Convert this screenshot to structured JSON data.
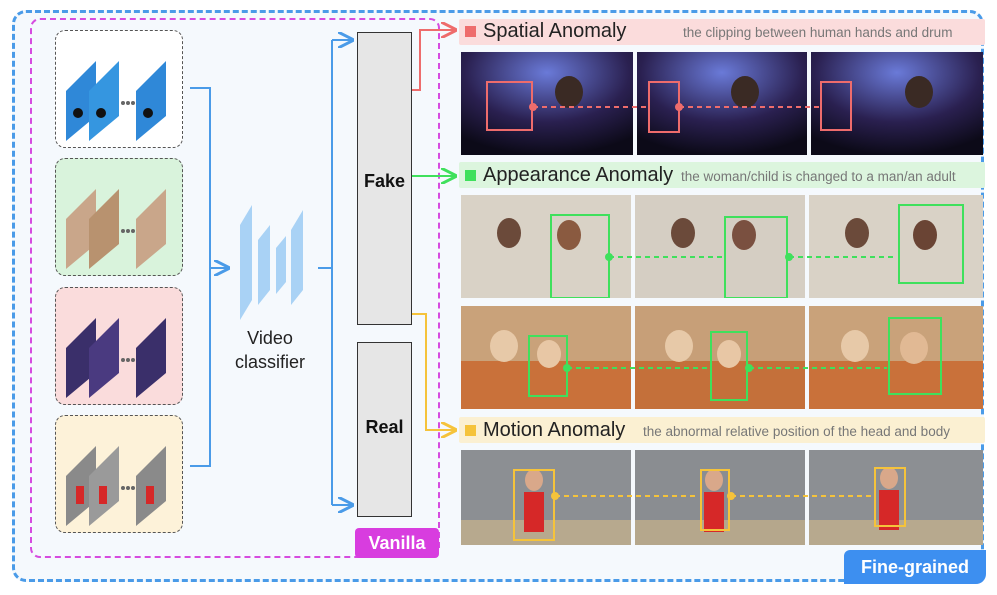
{
  "vanilla": {
    "label": "Vanilla"
  },
  "fine_grained": {
    "label": "Fine-grained"
  },
  "classifier": {
    "line1": "Video",
    "line2": "classifier"
  },
  "outputs": {
    "fake": "Fake",
    "real": "Real"
  },
  "anomalies": [
    {
      "title": "Spatial Anomaly",
      "desc": "the clipping between human hands and drum",
      "color": "#ee6c6c",
      "band": "#fbdcdc"
    },
    {
      "title": "Appearance Anomaly",
      "desc": "the woman/child is changed to a man/an adult",
      "color": "#3fe05c",
      "band": "#dcf5de"
    },
    {
      "title": "Motion Anomaly",
      "desc": "the abnormal relative position of the head and body",
      "color": "#f5c33b",
      "band": "#fbf0d2"
    }
  ],
  "colors": {
    "arrow_blue": "#4a9be8",
    "red": "#ee6c6c",
    "green": "#3fe05c",
    "yellow": "#f5c33b",
    "magenta": "#d83ddf"
  }
}
